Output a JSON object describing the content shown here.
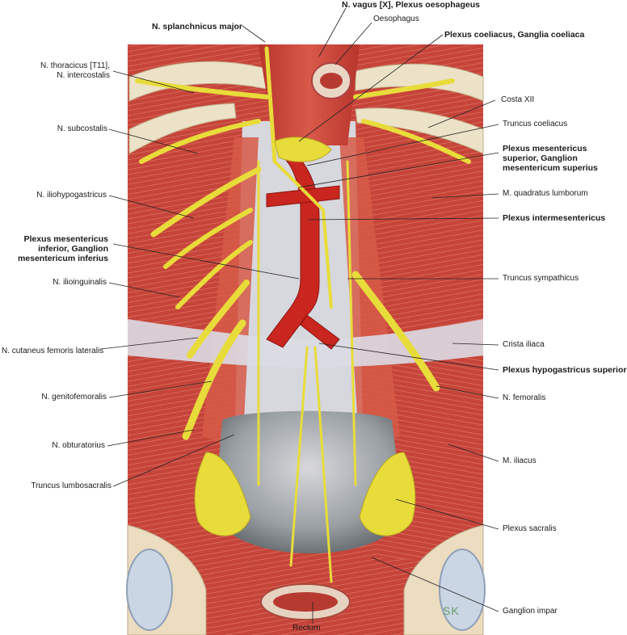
{
  "labels": {
    "vagus": "N. vagus [X], Plexus oesophageus",
    "oesophagus": "Oesophagus",
    "splanchnicus": "N. splanchnicus major",
    "coeliacus": "Plexus coeliacus, Ganglia coeliaca",
    "thoracicus_1": "N. thoracicus [T11],",
    "thoracicus_2": "N. intercostalis",
    "costa": "Costa XII",
    "subcostalis": "N. subcostalis",
    "truncus_coeliacus": "Truncus coeliacus",
    "mes_sup_1": "Plexus mesentericus",
    "mes_sup_2": "superior, Ganglion",
    "mes_sup_3": "mesentericum superius",
    "iliohypogastricus": "N. iliohypogastricus",
    "quadratus": "M. quadratus lumborum",
    "intermesentericus": "Plexus intermesentericus",
    "mes_inf_1": "Plexus mesentericus",
    "mes_inf_2": "inferior, Ganglion",
    "mes_inf_3": "mesentericum inferius",
    "ilioinguinalis": "N. ilioinguinalis",
    "sympathicus": "Truncus sympathicus",
    "cutaneus": "N. cutaneus femoris lateralis",
    "crista": "Crista iliaca",
    "hypogastricus": "Plexus hypogastricus superior",
    "genitofemoralis": "N. genitofemoralis",
    "femoralis": "N. femoralis",
    "obturatorius": "N. obturatorius",
    "iliacus": "M. iliacus",
    "lumbosacralis": "Truncus lumbosacralis",
    "sacralis": "Plexus sacralis",
    "impar": "Ganglion impar",
    "rectum": "Rectum",
    "signature": "SK"
  },
  "colors": {
    "muscle": "#c9443a",
    "muscle_light": "#e07a62",
    "nerve": "#e8dc3a",
    "nerve_dark": "#b8a820",
    "bone": "#e9dfc8",
    "artery": "#c8261e",
    "fascia": "#cfcfd6",
    "cartilage": "#cdd8e6"
  }
}
